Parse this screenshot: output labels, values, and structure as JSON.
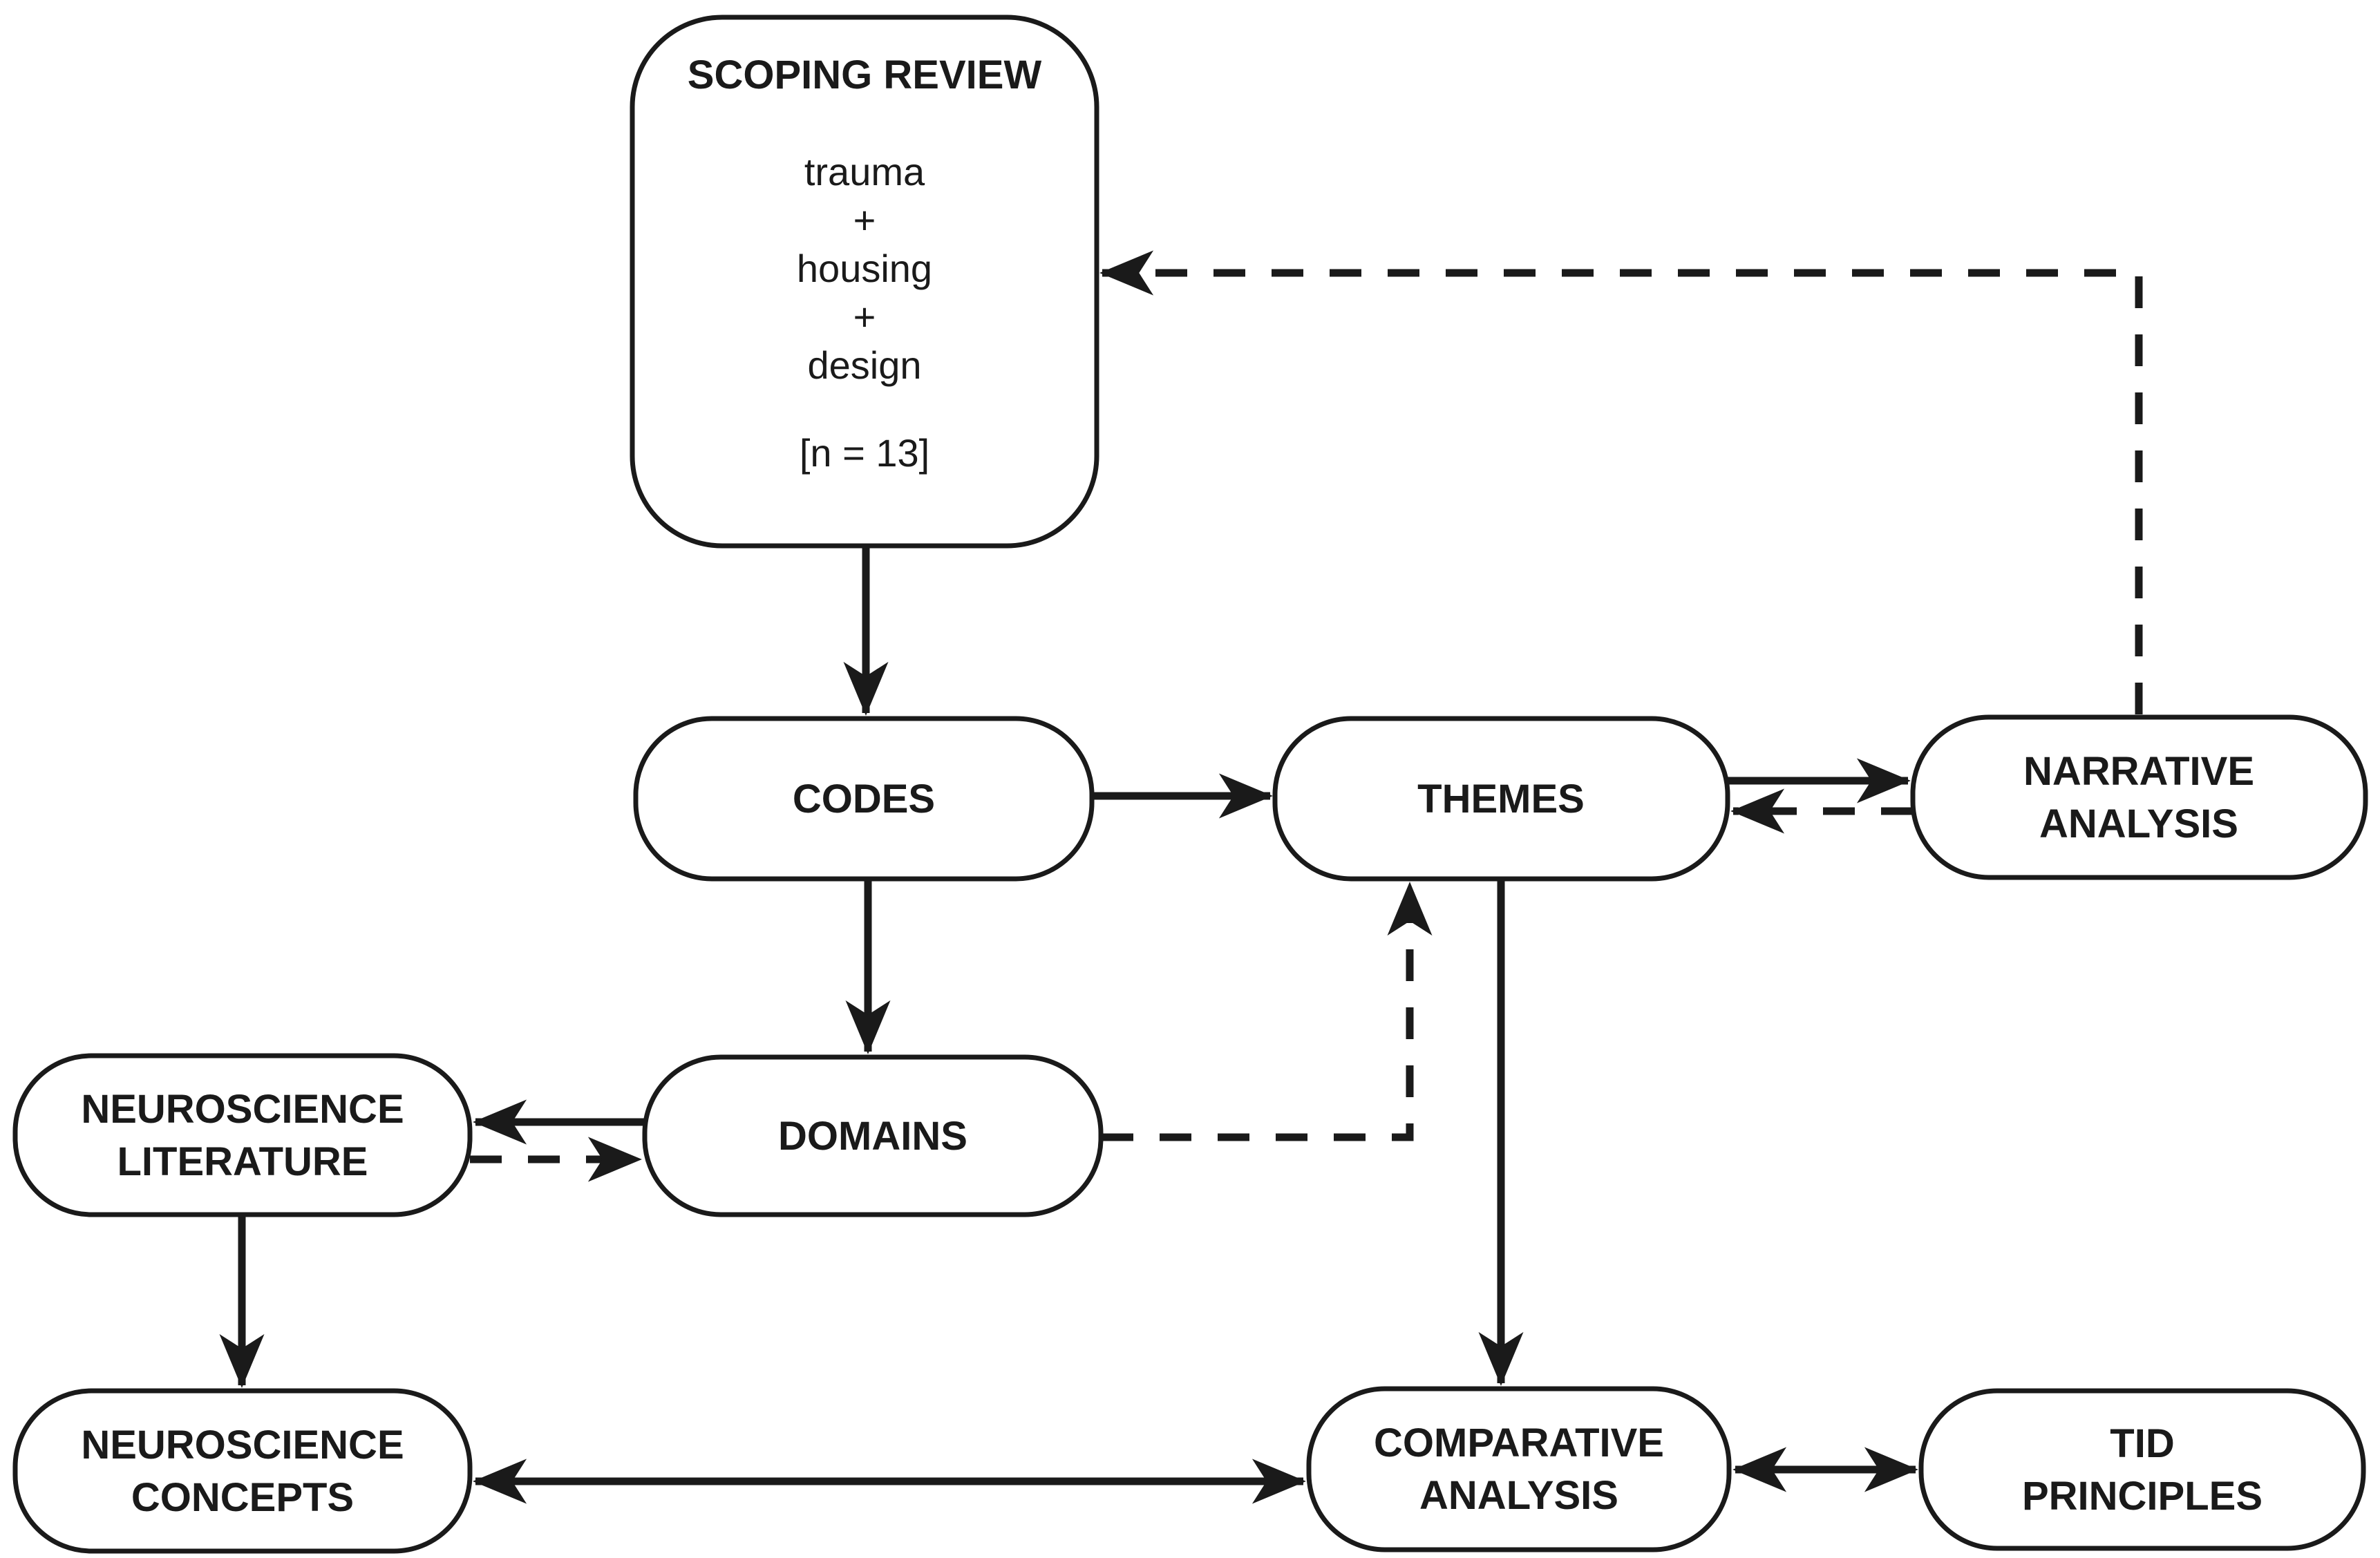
{
  "diagram": {
    "background_color": "#ffffff",
    "stroke_color": "#1a1a1a",
    "nodes": {
      "scoping_review": {
        "title": "SCOPING REVIEW",
        "keyword1": "trauma",
        "plus1": "+",
        "keyword2": "housing",
        "plus2": "+",
        "keyword3": "design",
        "sample_size": "[n = 13]"
      },
      "codes": {
        "label": "CODES"
      },
      "themes": {
        "label": "THEMES"
      },
      "narrative_analysis": {
        "line1": "NARRATIVE",
        "line2": "ANALYSIS"
      },
      "neuroscience_literature": {
        "line1": "NEUROSCIENCE",
        "line2": "LITERATURE"
      },
      "domains": {
        "label": "DOMAINS"
      },
      "neuroscience_concepts": {
        "line1": "NEUROSCIENCE",
        "line2": "CONCEPTS"
      },
      "comparative_analysis": {
        "line1": "COMPARATIVE",
        "line2": "ANALYSIS"
      },
      "tid_principles": {
        "line1": "TID",
        "line2": "PRINCIPLES"
      }
    },
    "edges": [
      {
        "from": "scoping_review",
        "to": "codes",
        "style": "solid",
        "direction": "forward"
      },
      {
        "from": "codes",
        "to": "themes",
        "style": "solid",
        "direction": "forward"
      },
      {
        "from": "themes",
        "to": "narrative_analysis",
        "style": "solid",
        "direction": "forward"
      },
      {
        "from": "narrative_analysis",
        "to": "themes",
        "style": "dashed",
        "direction": "forward"
      },
      {
        "from": "narrative_analysis",
        "to": "scoping_review",
        "style": "dashed",
        "direction": "forward"
      },
      {
        "from": "codes",
        "to": "domains",
        "style": "solid",
        "direction": "forward"
      },
      {
        "from": "domains",
        "to": "neuroscience_literature",
        "style": "solid",
        "direction": "forward"
      },
      {
        "from": "neuroscience_literature",
        "to": "domains",
        "style": "dashed",
        "direction": "forward"
      },
      {
        "from": "domains",
        "to": "themes",
        "style": "dashed",
        "direction": "forward"
      },
      {
        "from": "neuroscience_literature",
        "to": "neuroscience_concepts",
        "style": "solid",
        "direction": "forward"
      },
      {
        "from": "themes",
        "to": "comparative_analysis",
        "style": "solid",
        "direction": "forward"
      },
      {
        "from": "neuroscience_concepts",
        "to": "comparative_analysis",
        "style": "solid",
        "direction": "both"
      },
      {
        "from": "comparative_analysis",
        "to": "tid_principles",
        "style": "solid",
        "direction": "both"
      }
    ]
  }
}
